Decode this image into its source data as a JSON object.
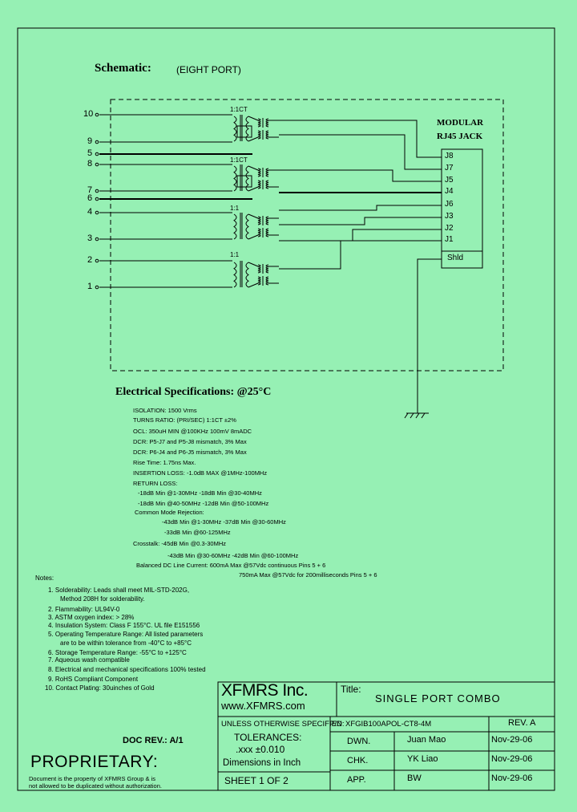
{
  "schematic": {
    "title_main": "Schematic:",
    "title_sub": "(EIGHT PORT)",
    "pins": [
      "10",
      "9",
      "5",
      "8",
      "7",
      "6",
      "4",
      "3",
      "2",
      "1"
    ],
    "transformer_labels": [
      "1:1CT",
      "1:1CT",
      "1:1",
      "1:1"
    ],
    "jack_title_1": "MODULAR",
    "jack_title_2": "RJ45 JACK",
    "jack_pins": [
      "J8",
      "J7",
      "J5",
      "J4",
      "J6",
      "J3",
      "J2",
      "J1",
      "Shld"
    ]
  },
  "electrical": {
    "heading": "Electrical   Specifications: @25°C",
    "lines": [
      "ISOLATION: 1500 Vrms",
      "TURNS RATIO: (PRI/SEC) 1:1CT ±2%",
      "OCL: 350uH MIN @100KHz 100mV 8mADC",
      "DCR: P5-J7 and P5-J8 mismatch, 3% Max",
      "DCR: P6-J4 and P6-J5 mismatch, 3% Max",
      "Rise Time: 1.75ns Max.",
      "INSERTION LOSS: -1.0dB MAX @1MHz-100MHz",
      "RETURN LOSS:",
      "-18dB Min @1-30MHz      -18dB Min @30-40MHz",
      "-18dB Min @40-50MHz      -12dB Min @50-100MHz",
      "Common Mode Rejection:",
      "-43dB Min @1-30MHz   -37dB Min @30-60MHz",
      "-33dB Min @60-125MHz",
      "Crosstalk: -45dB Min @0.3-30MHz",
      "-43dB Min @30-60MHz      -42dB Min @60-100MHz",
      "Balanced DC Line Current:     600mA Max @57Vdc continuous Pins 5 + 6",
      "750mA Max @57Vdc for 200milliseconds Pins 5 + 6"
    ]
  },
  "notes": {
    "heading": "Notes:",
    "items": [
      "1.  Solderability: Leads shall meet MIL-STD-202G,",
      "Method 208H for solderability.",
      "2.  Flammability: UL94V-0",
      "3.  ASTM oxygen index: > 28%",
      "4.  Insulation System: Class F 155°C. UL file E151556",
      "5.  Operating Temperature Range: All listed parameters",
      "are to be within tolerance from -40°C to +85°C",
      "6.  Storage Temperature Range: -55°C to +125°C",
      "7.  Aqueous wash compatible",
      "8.  Electrical and mechanical specifications 100% tested",
      "9.  RoHS Compliant Component",
      "10. Contact Plating:  30uinches of Gold"
    ]
  },
  "title_block": {
    "company": "XFMRS Inc.",
    "website": "www.XFMRS.com",
    "title_label": "Title:",
    "title_value": "SINGLE PORT COMBO",
    "unless": "UNLESS OTHERWISE SPECIFIED",
    "pn_label": "P/N:",
    "pn_value": "XFGIB100APOL-CT8-4M",
    "rev": "REV. A",
    "tolerances": "TOLERANCES:",
    "tol_value": ".xxx ±0.010",
    "dimensions": "Dimensions in Inch",
    "sheet": "SHEET  1  OF  2",
    "rows": [
      {
        "label": "DWN.",
        "name": "Juan Mao",
        "date": "Nov-29-06"
      },
      {
        "label": "CHK.",
        "name": "YK Liao",
        "date": "Nov-29-06"
      },
      {
        "label": "APP.",
        "name": "BW",
        "date": "Nov-29-06"
      }
    ],
    "doc_rev": "DOC REV.:  A/1",
    "proprietary": "PROPRIETARY:",
    "prop_text_1": "Document is the property of XFMRS Group & is",
    "prop_text_2": "not allowed to be duplicated without authorization."
  }
}
